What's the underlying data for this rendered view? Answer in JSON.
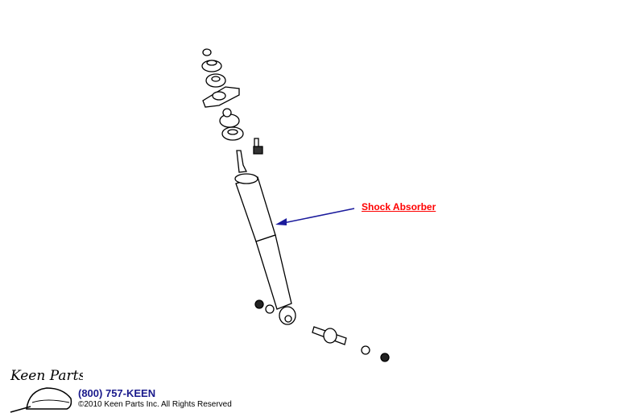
{
  "diagram": {
    "part_label": "Shock Absorber",
    "arrow_color": "#1a1a9c",
    "label_color": "#ff0000"
  },
  "footer": {
    "logo_text": "Keen Parts",
    "phone": "(800) 757-KEEN",
    "copyright": "©2010 Keen Parts Inc. All Rights Reserved",
    "phone_color": "#1a1a8c"
  }
}
